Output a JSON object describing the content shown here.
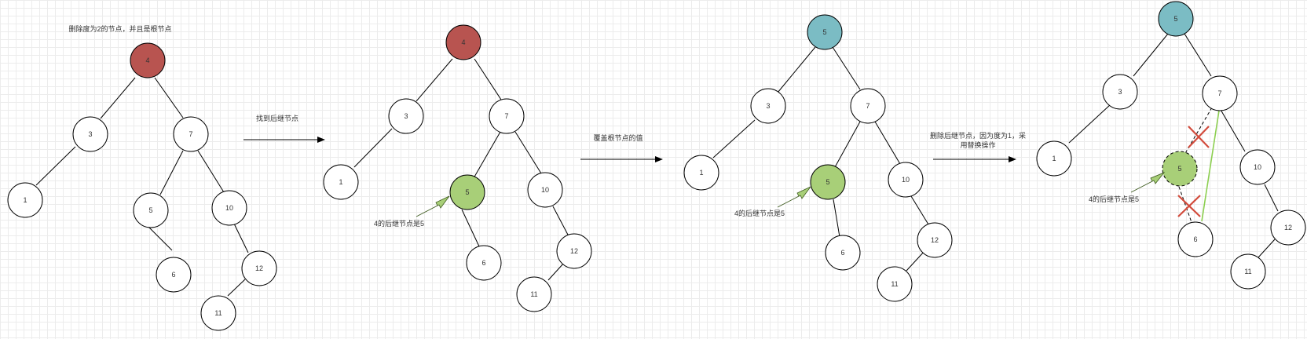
{
  "colors": {
    "node_fill": "#ffffff",
    "node_stroke": "#000000",
    "edge": "#000000",
    "root_red": "#b85450",
    "root_teal": "#7bbcc4",
    "successor_green": "#a8cf78",
    "green_line": "#8ccf50",
    "red_x": "#d24b3c"
  },
  "stages": [
    {
      "caption": "删除度为2的节点，并且是根节点",
      "nodes": [
        "4",
        "3",
        "7",
        "1",
        "5",
        "10",
        "6",
        "12",
        "11"
      ]
    },
    {
      "annotation": "4的后继节点是5",
      "nodes": [
        "4",
        "3",
        "7",
        "1",
        "5",
        "10",
        "6",
        "12",
        "11"
      ]
    },
    {
      "annotation": "4的后继节点是5",
      "nodes": [
        "5",
        "3",
        "7",
        "1",
        "5",
        "10",
        "6",
        "12",
        "11"
      ]
    },
    {
      "annotation": "4的后继节点是5",
      "nodes": [
        "5",
        "3",
        "7",
        "1",
        "5",
        "10",
        "6",
        "12",
        "11"
      ]
    }
  ],
  "arrows": [
    {
      "label": "找到后继节点"
    },
    {
      "label": "覆盖根节点的值"
    },
    {
      "label_lines": [
        "删除后继节点，因为度为1，采",
        "用替换操作"
      ]
    }
  ]
}
